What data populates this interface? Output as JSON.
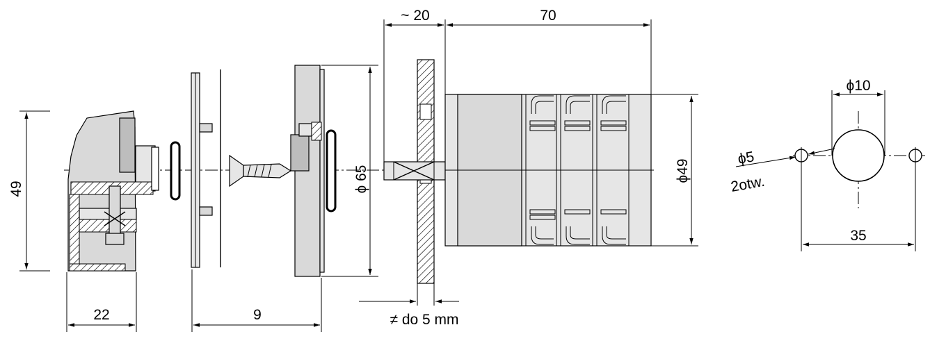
{
  "dimensions": {
    "height_49": "49",
    "depth_22": "22",
    "depth_9": "9",
    "panel_20": "~ 20",
    "body_70": "70",
    "diameter_65": "ϕ 65",
    "diameter_49": "ϕ49",
    "panel_thickness": "≠ do 5 mm",
    "hole_d10": "ϕ10",
    "hole_d5": "ϕ5",
    "holes_count": "2otw.",
    "hole_spacing": "35"
  }
}
